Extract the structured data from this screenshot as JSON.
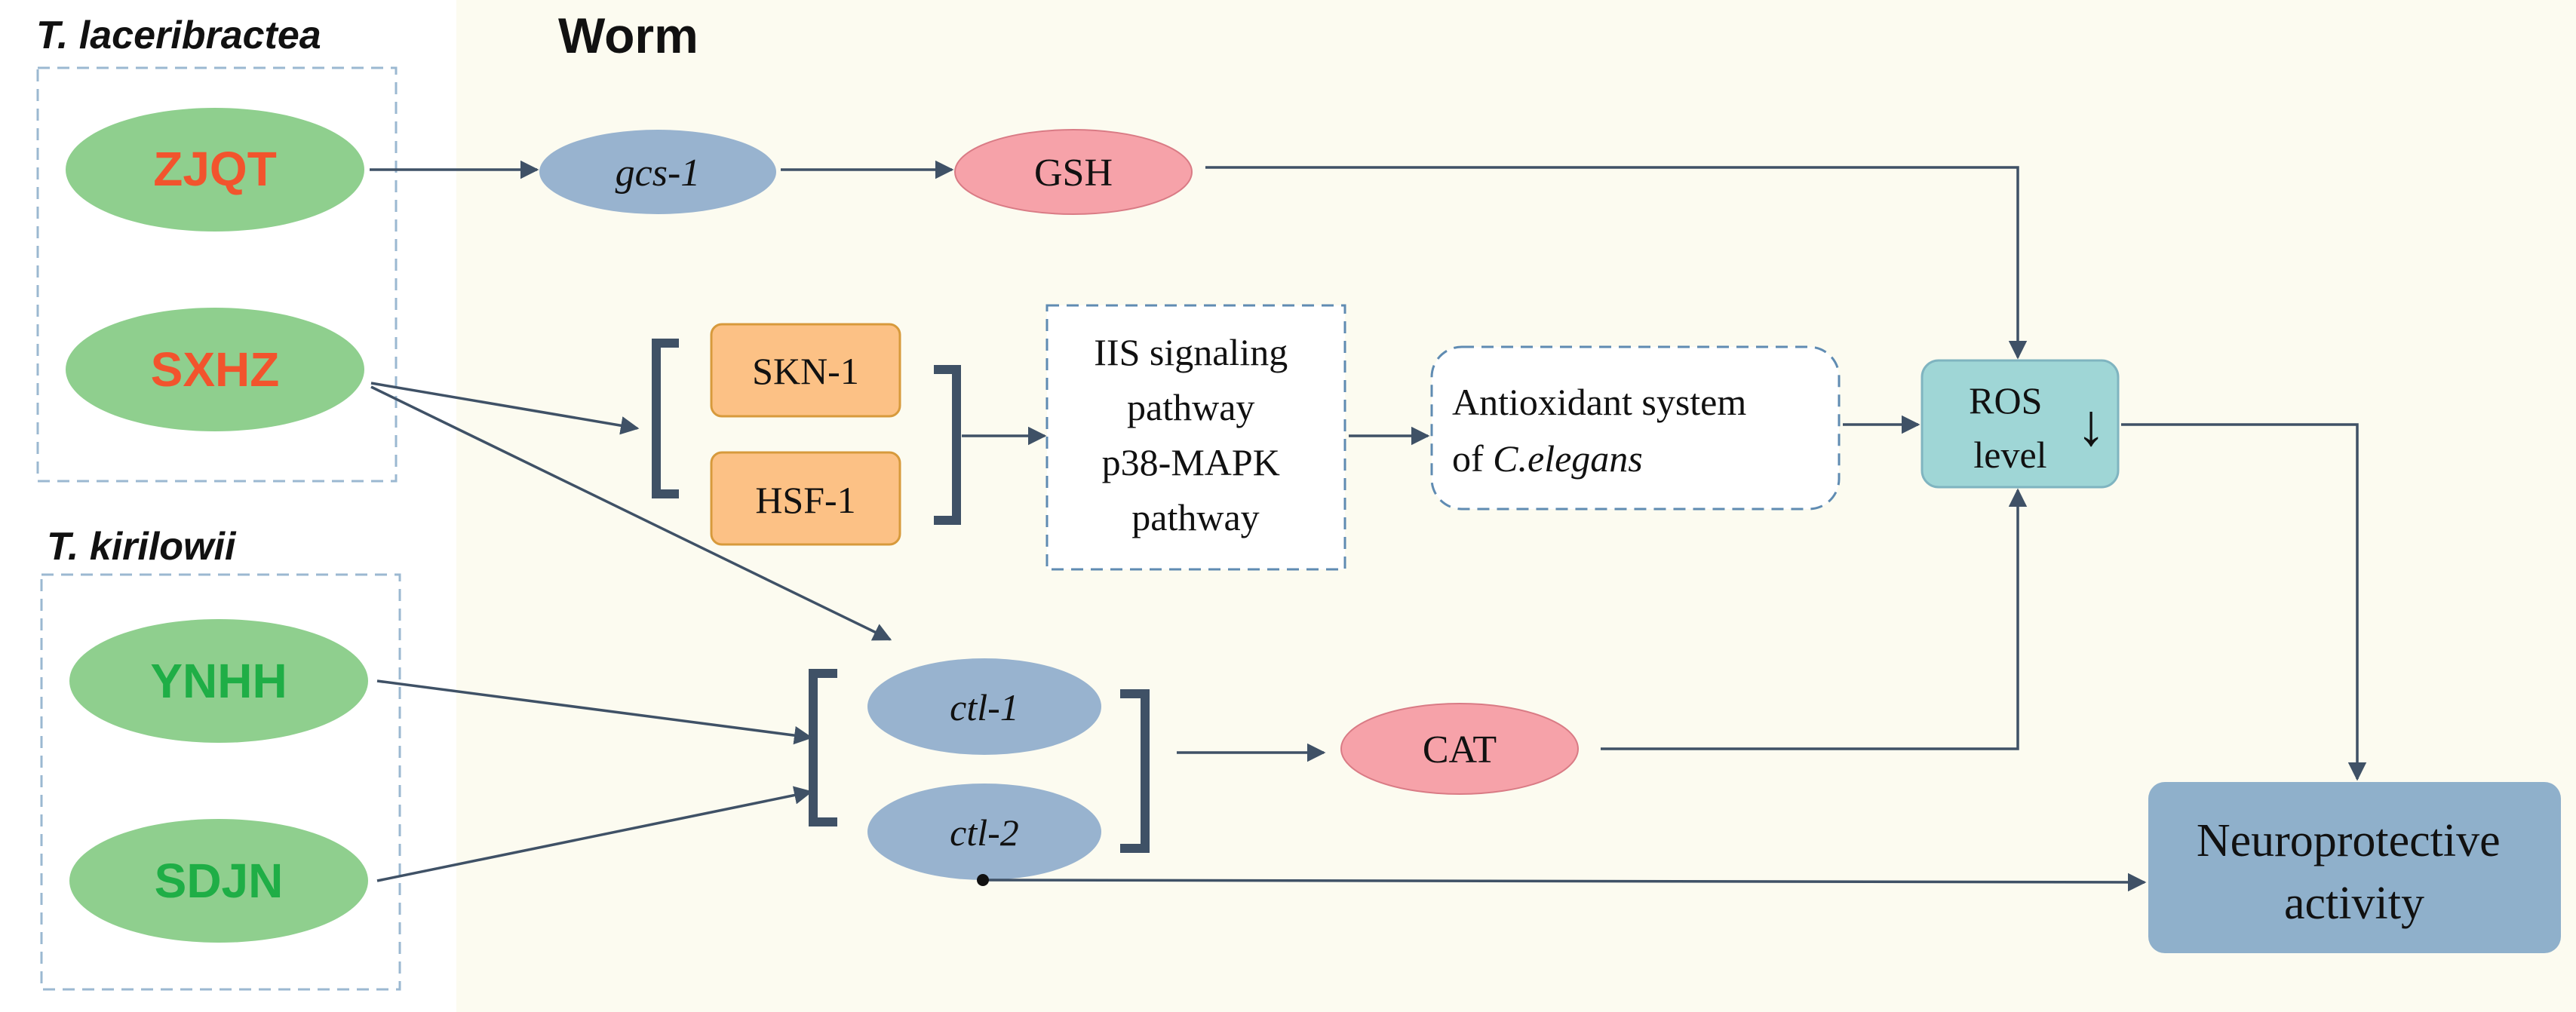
{
  "groups": {
    "laceribractea": "T. laceribractea",
    "kirilowii": "T. kirilowii"
  },
  "worm_label": "Worm",
  "extracts": {
    "zjqt": "ZJQT",
    "sxhz": "SXHZ",
    "ynhh": "YNHH",
    "sdjn": "SDJN"
  },
  "nodes": {
    "gcs1": "gcs-1",
    "gsh": "GSH",
    "skn1": "SKN-1",
    "hsf1": "HSF-1",
    "pathway_lines": [
      "IIS signaling",
      "pathway",
      "p38-MAPK",
      "pathway"
    ],
    "antioxidant_line1": "Antioxidant system",
    "antioxidant_of": "of ",
    "antioxidant_species": "C.elegans",
    "ctl1": "ctl-1",
    "ctl2": "ctl-2",
    "cat": "CAT",
    "ros_lines": [
      "ROS",
      "level"
    ],
    "ros_arrow": "↓",
    "neuro_lines": [
      "Neuroprotective",
      "activity"
    ]
  },
  "colors": {
    "panel_bg": "#fcfbf0",
    "extract_fill": "#8fcf8e",
    "laceribractea_text": "#f2542d",
    "kirilowii_text": "#1fae46",
    "gene_fill": "#98b3cf",
    "pink_fill": "#f6a2a9",
    "orange_fill": "#fcc185",
    "ros_fill": "#9fd6d6",
    "neuro_fill": "#8fb0cb",
    "line": "#3f5166",
    "dash": "#5f8bb2"
  }
}
